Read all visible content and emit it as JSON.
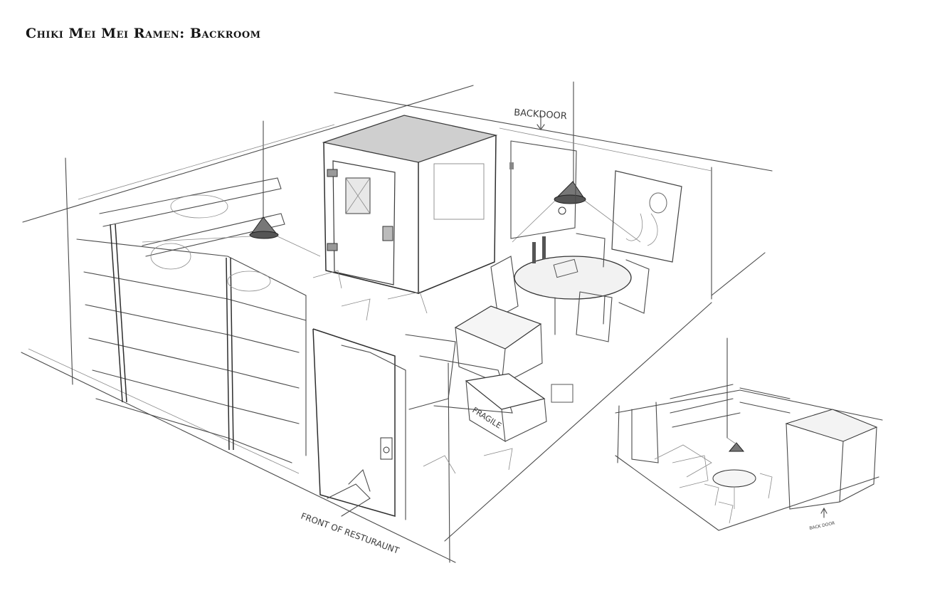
{
  "title": "Chiki Mei Mei Ramen: Backroom",
  "labels": {
    "backdoor": "BACKDOOR",
    "front": "FRONT OF RESTURAUNT",
    "fragile": "FRAGILE",
    "small_backdoor": "BACK DOOR"
  }
}
